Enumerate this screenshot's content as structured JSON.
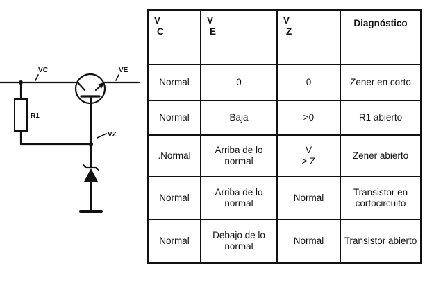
{
  "schematic": {
    "labels": {
      "vc": "VC",
      "ve": "VE",
      "r1": "R1",
      "vz": "VZ"
    }
  },
  "table": {
    "headers": {
      "vc": {
        "main": "V",
        "sub": "C"
      },
      "ve": {
        "main": "V",
        "sub": "E"
      },
      "vz": {
        "main": "V",
        "sub": "Z"
      },
      "diag": "Diagnóstico"
    },
    "rows": [
      {
        "vc": "Normal",
        "ve": "0",
        "vz": "0",
        "diag": "Zener en corto"
      },
      {
        "vc": "Normal",
        "ve": "Baja",
        "vz": ">0",
        "diag": "R1 abierto"
      },
      {
        "vc": ".Normal",
        "ve": "Arriba de lo normal",
        "vz_l1": "V",
        "vz_l2": "> Z",
        "diag": "Zener abierto"
      },
      {
        "vc": "Normal",
        "ve": "Arriba de lo normal",
        "vz": "Normal",
        "diag": "Transistor en cortocircuito"
      },
      {
        "vc": "Normal",
        "ve": "Debajo de lo normal",
        "vz": "Normal",
        "diag": "Transistor abierto"
      }
    ]
  }
}
